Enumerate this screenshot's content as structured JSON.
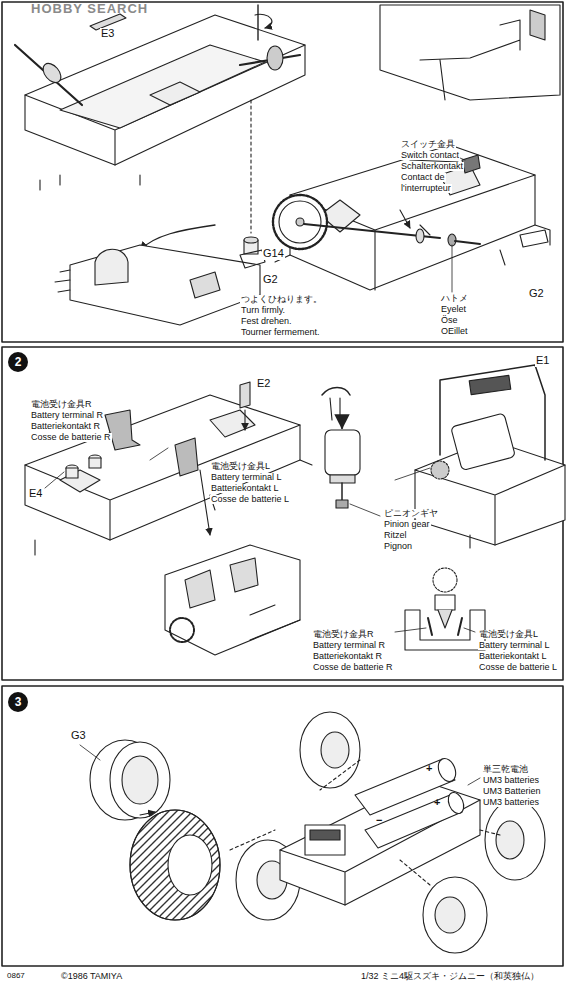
{
  "diagram": {
    "labels": [
      "HOBBY SEARCH",
      "E3",
      "G14",
      "スイッチ金具",
      "Switch contact",
      "Schalterkontakt",
      "Contact de",
      "l'interrupteur",
      "G2",
      "ハトメ",
      "Eyelet",
      "Öse",
      "OEillet",
      "G2",
      "つよくひねります。",
      "Turn firmly.",
      "Fest drehen.",
      "Tourner fermement.",
      "2",
      "E2",
      "電池受け金具R",
      "Battery terminal R",
      "Batteriekontakt R",
      "Cosse de batterie R",
      "E4",
      "電池受け金具L",
      "Battery terminal L",
      "Batteriekontakt L",
      "Cosse de batterie L",
      "E1",
      "ピニオンギヤ",
      "Pinion gear",
      "Ritzel",
      "Pignon",
      "電池受け金具R",
      "Battery terminal R",
      "Batteriekontakt R",
      "Cosse de batterie R",
      "電池受け金具L",
      "Battery terminal L",
      "Batteriekontakt L",
      "Cosse de batterie L",
      "3",
      "G3",
      "単三乾電池",
      "UM3 batteries",
      "UM3 Batterien",
      "UM3 batteries",
      "+",
      "+",
      "−",
      "0867",
      "©1986 TAMIYA",
      "1/32 ミニ4駆スズキ・ジムニー（和英独仏）"
    ]
  }
}
